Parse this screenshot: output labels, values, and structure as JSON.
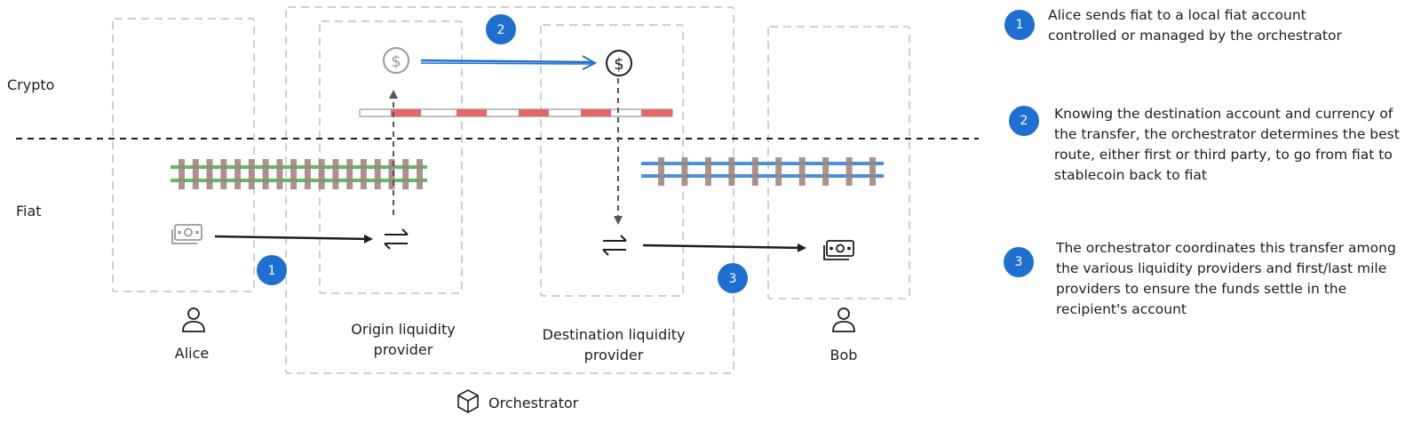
{
  "layers": {
    "crypto": "Crypto",
    "fiat": "Fiat"
  },
  "actors": {
    "alice": "Alice",
    "bob": "Bob",
    "origin_lp_line1": "Origin liquidity",
    "origin_lp_line2": "provider",
    "destination_lp_line1": "Destination liquidity",
    "destination_lp_line2": "provider",
    "orchestrator": "Orchestrator"
  },
  "badges": {
    "one": "1",
    "two": "2",
    "three": "3"
  },
  "steps": [
    {
      "number": "1",
      "text": "Alice sends fiat to a local fiat account controlled or managed by the orchestrator"
    },
    {
      "number": "2",
      "text": "Knowing the destination account and currency of the transfer, the orchestrator determines the best route, either first or third party, to go from fiat to stablecoin back to fiat"
    },
    {
      "number": "3",
      "text": "The orchestrator coordinates this transfer among the various liquidity providers and first/last mile providers to ensure the funds settle in the recipient's account"
    }
  ],
  "colors": {
    "badge_blue": "#1f6fd1",
    "box_dash": "#cfcfcf",
    "fiat_rail_green": "#5dbb63",
    "fiat_rail_blue": "#4a90d9",
    "tie_brown": "#a08880",
    "crypto_rail_red": "#e46868"
  },
  "icons": {
    "origin_dollar": "dollar-coin-icon",
    "destination_dollar": "dollar-coin-icon",
    "alice_cash": "cash-icon",
    "bob_cash": "cash-icon",
    "origin_exchange": "exchange-arrows-icon",
    "destination_exchange": "exchange-arrows-icon",
    "alice_person": "person-icon",
    "bob_person": "person-icon",
    "orchestrator": "cube-icon"
  }
}
